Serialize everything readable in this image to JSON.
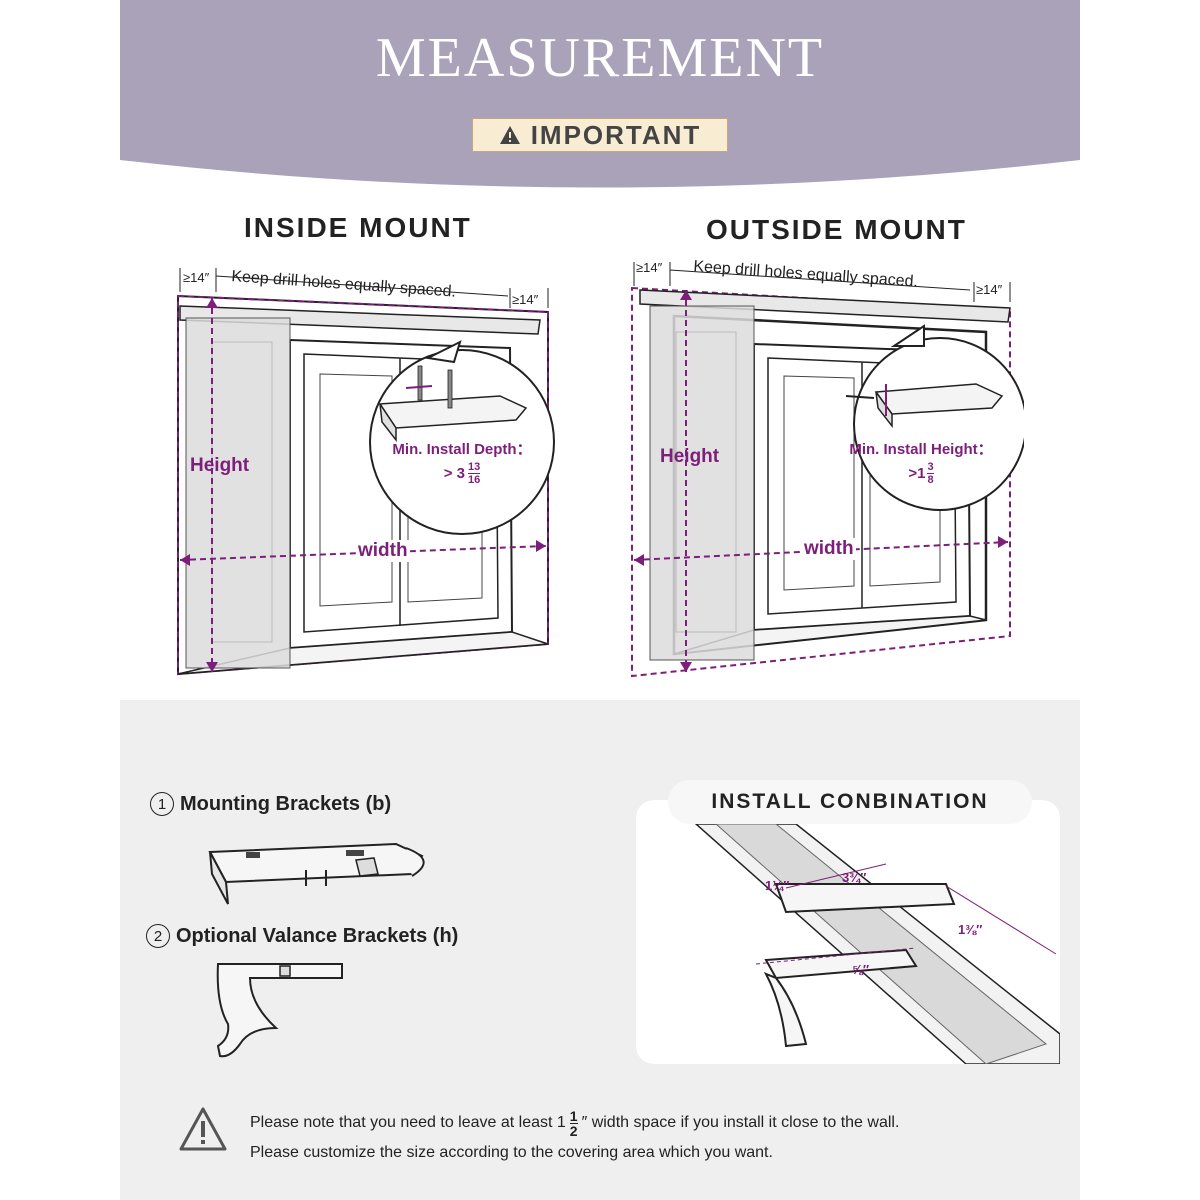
{
  "header": {
    "title": "MEASUREMENT",
    "important_label": "IMPORTANT",
    "background": "#a9a2b8",
    "badge_color": "#f8ecd2"
  },
  "inside_mount": {
    "title": "INSIDE MOUNT",
    "spacing_left": "≥14″",
    "spacing_right": "≥14″",
    "drill_note": "Keep drill holes equally spaced.",
    "height_label": "Height",
    "width_label": "width",
    "callout_label": "Min. Install Depth：",
    "callout_value": "> 3",
    "callout_frac_num": "13",
    "callout_frac_den": "16"
  },
  "outside_mount": {
    "title": "OUTSIDE MOUNT",
    "spacing_left": "≥14″",
    "spacing_right": "≥14″",
    "drill_note": "Keep drill holes equally spaced.",
    "height_label": "Height",
    "width_label": "width",
    "callout_label": "Min. Install Height：",
    "callout_value": ">1",
    "callout_frac_num": "3",
    "callout_frac_den": "8"
  },
  "parts": {
    "bracket_num": "1",
    "bracket_label": "Mounting Brackets (b)",
    "valance_num": "2",
    "valance_label": "Optional Valance Brackets (h)"
  },
  "combination": {
    "title": "INSTALL CONBINATION",
    "dim_a": "1¼″",
    "dim_b": "3¾″",
    "dim_c": "1⅜″",
    "dim_d": "⅝″"
  },
  "note": {
    "line1_before": "Please note that you need to leave at least 1",
    "frac_num": "1",
    "frac_den": "2",
    "line1_after": "″ width space if you install it close to the wall.",
    "line2": "Please customize the size according to the covering area which you want."
  },
  "colors": {
    "accent": "#7d1f7a",
    "panel_bg": "#efefef"
  }
}
